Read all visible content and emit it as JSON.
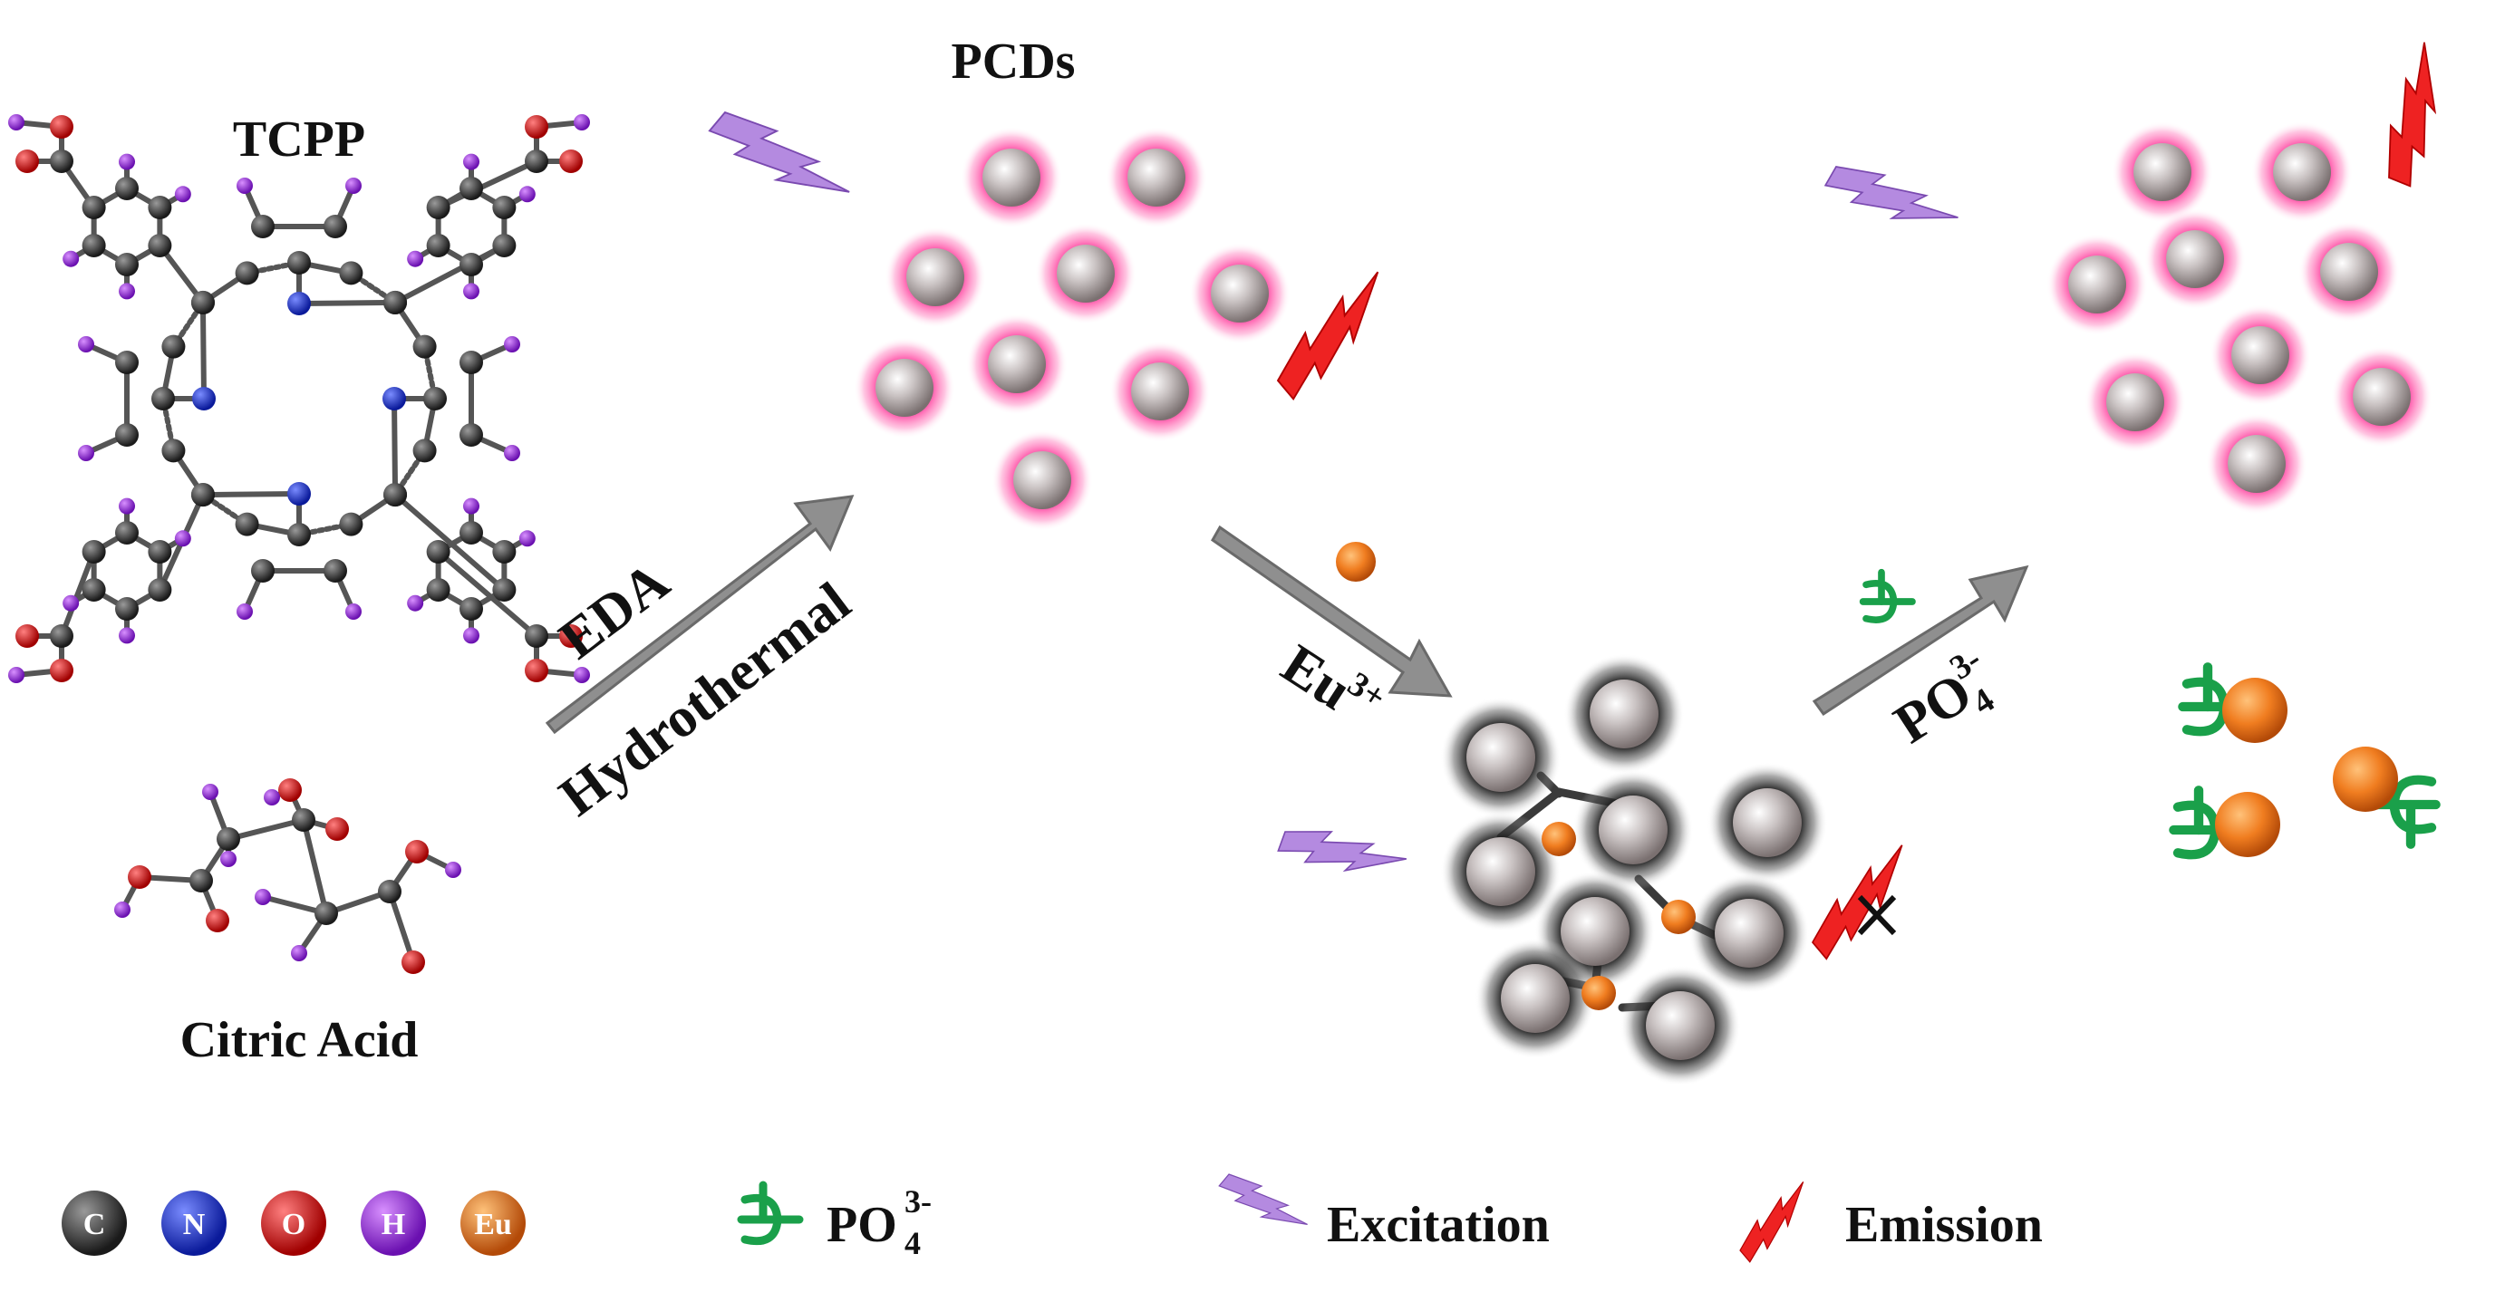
{
  "labels": {
    "tcpp": "TCPP",
    "citric_acid": "Citric Acid",
    "pcds": "PCDs",
    "step1_top": "EDA",
    "step1_bottom": "Hydrothermal",
    "step2_main": "Eu",
    "step2_sup": "3+",
    "step3_main": "PO",
    "step3_sub": "4",
    "step3_sup": "3-"
  },
  "legend": {
    "atoms": [
      {
        "symbol": "C",
        "color": "#2b2b2b"
      },
      {
        "symbol": "N",
        "color": "#1530c8"
      },
      {
        "symbol": "O",
        "color": "#d81010"
      },
      {
        "symbol": "H",
        "color": "#7a18c8"
      },
      {
        "symbol": "Eu",
        "color": "#e0751a"
      }
    ],
    "phosphate_main": "PO",
    "phosphate_sub": "4",
    "phosphate_sup": "3-",
    "excitation": "Excitation",
    "emission": "Emission"
  },
  "colors": {
    "carbon": "#2b2b2b",
    "nitrogen": "#1530c8",
    "oxygen": "#d81010",
    "hydrogen": "#a020d8",
    "europium": "#e87a22",
    "excitation": "#b48ae0",
    "emission": "#ee2222",
    "phosphate": "#1aa04a",
    "glow": "#ff4fa6",
    "arrow": "#8f8f8f"
  },
  "icons": [
    "excitation-bolt-icon",
    "emission-bolt-icon",
    "phosphate-icon",
    "quenched-x-icon"
  ]
}
